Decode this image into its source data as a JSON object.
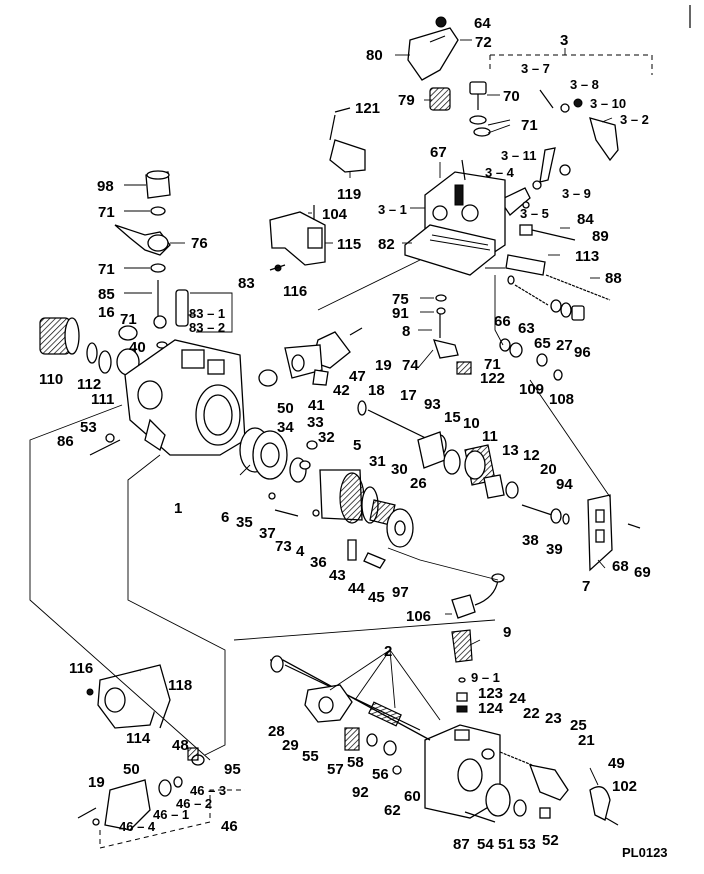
{
  "diagram": {
    "code": "PL0123",
    "labels": [
      {
        "id": "64",
        "text": "64"
      },
      {
        "id": "72",
        "text": "72"
      },
      {
        "id": "80",
        "text": "80"
      },
      {
        "id": "3",
        "text": "3"
      },
      {
        "id": "3-7",
        "text": "3 – 7"
      },
      {
        "id": "3-8",
        "text": "3 – 8"
      },
      {
        "id": "79",
        "text": "79"
      },
      {
        "id": "70",
        "text": "70"
      },
      {
        "id": "3-10",
        "text": "3 – 10"
      },
      {
        "id": "3-2",
        "text": "3 – 2"
      },
      {
        "id": "121",
        "text": "121"
      },
      {
        "id": "71a",
        "text": "71"
      },
      {
        "id": "67",
        "text": "67"
      },
      {
        "id": "3-11",
        "text": "3 – 11"
      },
      {
        "id": "3-4",
        "text": "3 – 4"
      },
      {
        "id": "98",
        "text": "98"
      },
      {
        "id": "119",
        "text": "119"
      },
      {
        "id": "3-9",
        "text": "3 – 9"
      },
      {
        "id": "71b",
        "text": "71"
      },
      {
        "id": "104",
        "text": "104"
      },
      {
        "id": "3-1",
        "text": "3 – 1"
      },
      {
        "id": "3-5",
        "text": "3 – 5"
      },
      {
        "id": "84",
        "text": "84"
      },
      {
        "id": "76",
        "text": "76"
      },
      {
        "id": "115",
        "text": "115"
      },
      {
        "id": "89",
        "text": "89"
      },
      {
        "id": "82",
        "text": "82"
      },
      {
        "id": "71c",
        "text": "71"
      },
      {
        "id": "113",
        "text": "113"
      },
      {
        "id": "83",
        "text": "83"
      },
      {
        "id": "88",
        "text": "88"
      },
      {
        "id": "116a",
        "text": "116"
      },
      {
        "id": "85",
        "text": "85"
      },
      {
        "id": "75",
        "text": "75"
      },
      {
        "id": "83-1",
        "text": "83 – 1"
      },
      {
        "id": "91",
        "text": "91"
      },
      {
        "id": "16",
        "text": "16"
      },
      {
        "id": "83-2",
        "text": "83 – 2"
      },
      {
        "id": "66",
        "text": "66"
      },
      {
        "id": "63",
        "text": "63"
      },
      {
        "id": "71d",
        "text": "71"
      },
      {
        "id": "8",
        "text": "8"
      },
      {
        "id": "65",
        "text": "65"
      },
      {
        "id": "27",
        "text": "27"
      },
      {
        "id": "96",
        "text": "96"
      },
      {
        "id": "40",
        "text": "40"
      },
      {
        "id": "19a",
        "text": "19"
      },
      {
        "id": "74",
        "text": "74"
      },
      {
        "id": "47",
        "text": "47"
      },
      {
        "id": "71e",
        "text": "71"
      },
      {
        "id": "122",
        "text": "122"
      },
      {
        "id": "110",
        "text": "110"
      },
      {
        "id": "112",
        "text": "112"
      },
      {
        "id": "41",
        "text": "41"
      },
      {
        "id": "42",
        "text": "42"
      },
      {
        "id": "18",
        "text": "18"
      },
      {
        "id": "109",
        "text": "109"
      },
      {
        "id": "111",
        "text": "111"
      },
      {
        "id": "108",
        "text": "108"
      },
      {
        "id": "17",
        "text": "17"
      },
      {
        "id": "50a",
        "text": "50"
      },
      {
        "id": "93",
        "text": "93"
      },
      {
        "id": "53a",
        "text": "53"
      },
      {
        "id": "33",
        "text": "33"
      },
      {
        "id": "15",
        "text": "15"
      },
      {
        "id": "10",
        "text": "10"
      },
      {
        "id": "34",
        "text": "34"
      },
      {
        "id": "86",
        "text": "86"
      },
      {
        "id": "32",
        "text": "32"
      },
      {
        "id": "11",
        "text": "11"
      },
      {
        "id": "5",
        "text": "5"
      },
      {
        "id": "13",
        "text": "13"
      },
      {
        "id": "12",
        "text": "12"
      },
      {
        "id": "31",
        "text": "31"
      },
      {
        "id": "30",
        "text": "30"
      },
      {
        "id": "20",
        "text": "20"
      },
      {
        "id": "26",
        "text": "26"
      },
      {
        "id": "94",
        "text": "94"
      },
      {
        "id": "1",
        "text": "1"
      },
      {
        "id": "6",
        "text": "6"
      },
      {
        "id": "35",
        "text": "35"
      },
      {
        "id": "37",
        "text": "37"
      },
      {
        "id": "38",
        "text": "38"
      },
      {
        "id": "39",
        "text": "39"
      },
      {
        "id": "73",
        "text": "73"
      },
      {
        "id": "4",
        "text": "4"
      },
      {
        "id": "36",
        "text": "36"
      },
      {
        "id": "7",
        "text": "7"
      },
      {
        "id": "68",
        "text": "68"
      },
      {
        "id": "69",
        "text": "69"
      },
      {
        "id": "43",
        "text": "43"
      },
      {
        "id": "44",
        "text": "44"
      },
      {
        "id": "45a",
        "text": "45"
      },
      {
        "id": "97",
        "text": "97"
      },
      {
        "id": "106",
        "text": "106"
      },
      {
        "id": "9",
        "text": "9"
      },
      {
        "id": "2",
        "text": "2"
      },
      {
        "id": "116b",
        "text": "116"
      },
      {
        "id": "118",
        "text": "118"
      },
      {
        "id": "9-1",
        "text": "9 – 1"
      },
      {
        "id": "123",
        "text": "123"
      },
      {
        "id": "124",
        "text": "124"
      },
      {
        "id": "24",
        "text": "24"
      },
      {
        "id": "22",
        "text": "22"
      },
      {
        "id": "28",
        "text": "28"
      },
      {
        "id": "23",
        "text": "23"
      },
      {
        "id": "25",
        "text": "25"
      },
      {
        "id": "114",
        "text": "114"
      },
      {
        "id": "29",
        "text": "29"
      },
      {
        "id": "55",
        "text": "55"
      },
      {
        "id": "21",
        "text": "21"
      },
      {
        "id": "48",
        "text": "48"
      },
      {
        "id": "57",
        "text": "57"
      },
      {
        "id": "58",
        "text": "58"
      },
      {
        "id": "56",
        "text": "56"
      },
      {
        "id": "49",
        "text": "49"
      },
      {
        "id": "95",
        "text": "95"
      },
      {
        "id": "50b",
        "text": "50"
      },
      {
        "id": "92",
        "text": "92"
      },
      {
        "id": "102",
        "text": "102"
      },
      {
        "id": "19b",
        "text": "19"
      },
      {
        "id": "60",
        "text": "60"
      },
      {
        "id": "46-3",
        "text": "46 – 3"
      },
      {
        "id": "46-2",
        "text": "46 – 2"
      },
      {
        "id": "62",
        "text": "62"
      },
      {
        "id": "46-1",
        "text": "46 – 1"
      },
      {
        "id": "46-4",
        "text": "46 – 4"
      },
      {
        "id": "46",
        "text": "46"
      },
      {
        "id": "87",
        "text": "87"
      },
      {
        "id": "54",
        "text": "54"
      },
      {
        "id": "51",
        "text": "51"
      },
      {
        "id": "53b",
        "text": "53"
      },
      {
        "id": "52",
        "text": "52"
      }
    ]
  }
}
